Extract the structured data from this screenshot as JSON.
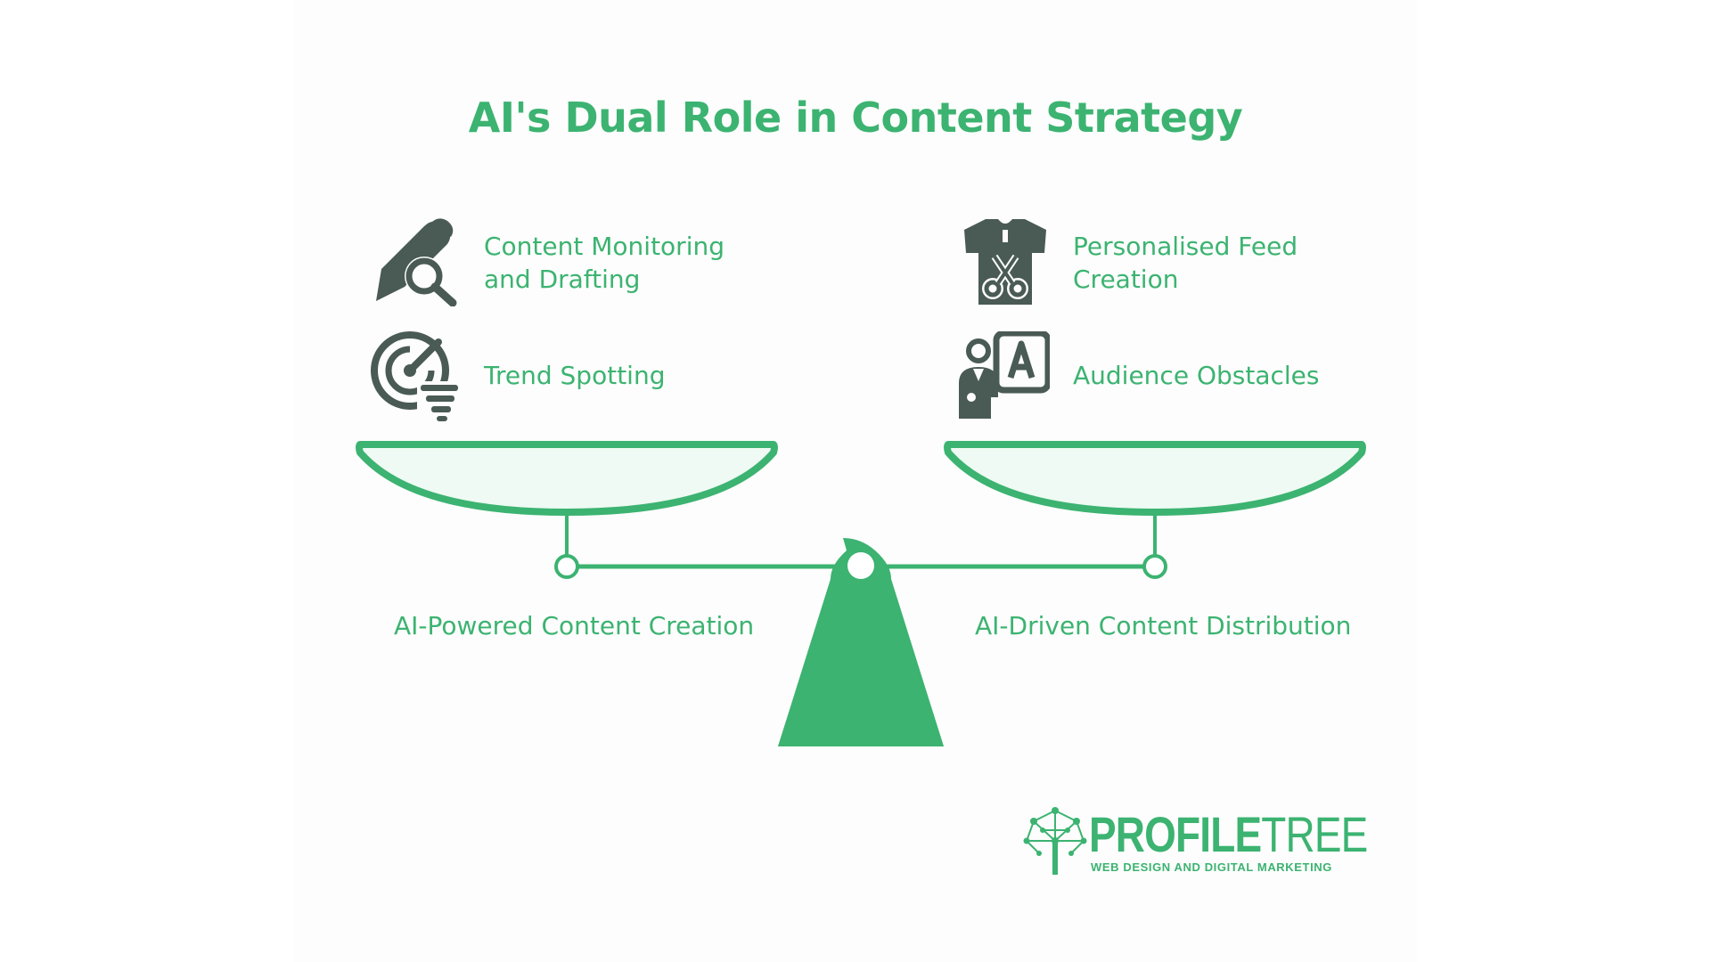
{
  "title": "AI's Dual Role in Content Strategy",
  "left": {
    "label": "AI-Powered Content Creation",
    "items": [
      {
        "text_line1": "Content Monitoring",
        "text_line2": "and Drafting",
        "icon": "pencil-magnifier-icon"
      },
      {
        "text_line1": "Trend Spotting",
        "text_line2": "",
        "icon": "radar-filter-icon"
      }
    ]
  },
  "right": {
    "label": "AI-Driven Content Distribution",
    "items": [
      {
        "text_line1": "Personalised Feed",
        "text_line2": "Creation",
        "icon": "shirt-scissors-icon"
      },
      {
        "text_line1": "Audience Obstacles",
        "text_line2": "",
        "icon": "person-letter-icon"
      }
    ]
  },
  "logo": {
    "name_bold": "PROFILE",
    "name_thin": "TREE",
    "tagline": "WEB DESIGN AND DIGITAL MARKETING"
  },
  "colors": {
    "accent": "#3cb371",
    "icon": "#4a5a55",
    "pan_fill": "#eefaf3"
  }
}
